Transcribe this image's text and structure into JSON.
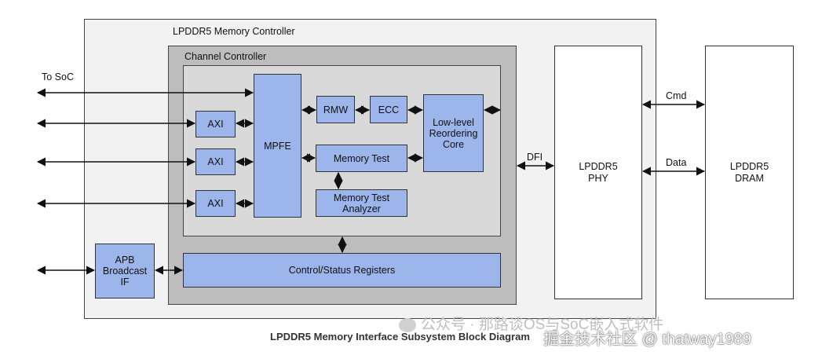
{
  "memory_controller": {
    "title": "LPDDR5 Memory Controller"
  },
  "channel_controller": {
    "title": "Channel Controller"
  },
  "external": {
    "to_soc": "To SoC"
  },
  "blocks": {
    "axi_1": "AXI",
    "axi_2": "AXI",
    "axi_3": "AXI",
    "mpfe": "MPFE",
    "rmw": "RMW",
    "ecc": "ECC",
    "reorder": "Low-level\nReordering\nCore",
    "memtest": "Memory Test",
    "analyzer": "Memory Test\nAnalyzer",
    "csr": "Control/Status Registers",
    "apb": "APB\nBroadcast\nIF"
  },
  "phy": {
    "label": "LPDDR5\nPHY",
    "interface": "DFI"
  },
  "dram": {
    "label": "LPDDR5\nDRAM",
    "cmd": "Cmd",
    "data": "Data"
  },
  "caption": "LPDDR5 Memory Interface Subsystem Block Diagram",
  "watermarks": {
    "wechat": "公众号 · 那路谈OS与SoC嵌入式软件",
    "juejin": "掘金技术社区 @ thatway1989"
  },
  "colors": {
    "block_fill": "#9cb5ea",
    "controller_fill": "#f2f2f2",
    "channel_fill": "#bdbdbd",
    "inner_fill": "#d9d9d9"
  }
}
